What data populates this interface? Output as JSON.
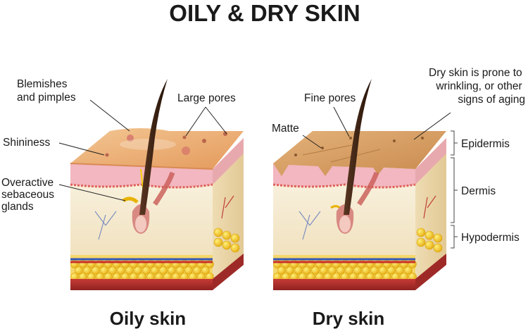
{
  "title": "OILY & DRY SKIN",
  "captions": {
    "oily": "Oily skin",
    "dry": "Dry skin"
  },
  "oily_labels": {
    "blemishes": [
      "Blemishes",
      "and pimples"
    ],
    "large_pores": "Large pores",
    "shininess": "Shininess",
    "glands": [
      "Overactive",
      "sebaceous",
      "glands"
    ]
  },
  "dry_labels": {
    "fine_pores": "Fine pores",
    "matte": "Matte",
    "aging": [
      "Dry skin is prone to",
      "wrinkling, or other",
      "signs of aging"
    ]
  },
  "layers": {
    "epidermis": "Epidermis",
    "dermis": "Dermis",
    "hypodermis": "Hypodermis"
  },
  "colors": {
    "skin_top": "#e9ae72",
    "skin_top_dry": "#d6a062",
    "epidermis": "#f2bcc4",
    "dermis": "#f6ecd0",
    "fat": "#f3c92e",
    "muscle": "#b8312e",
    "hair": "#3a2214"
  }
}
